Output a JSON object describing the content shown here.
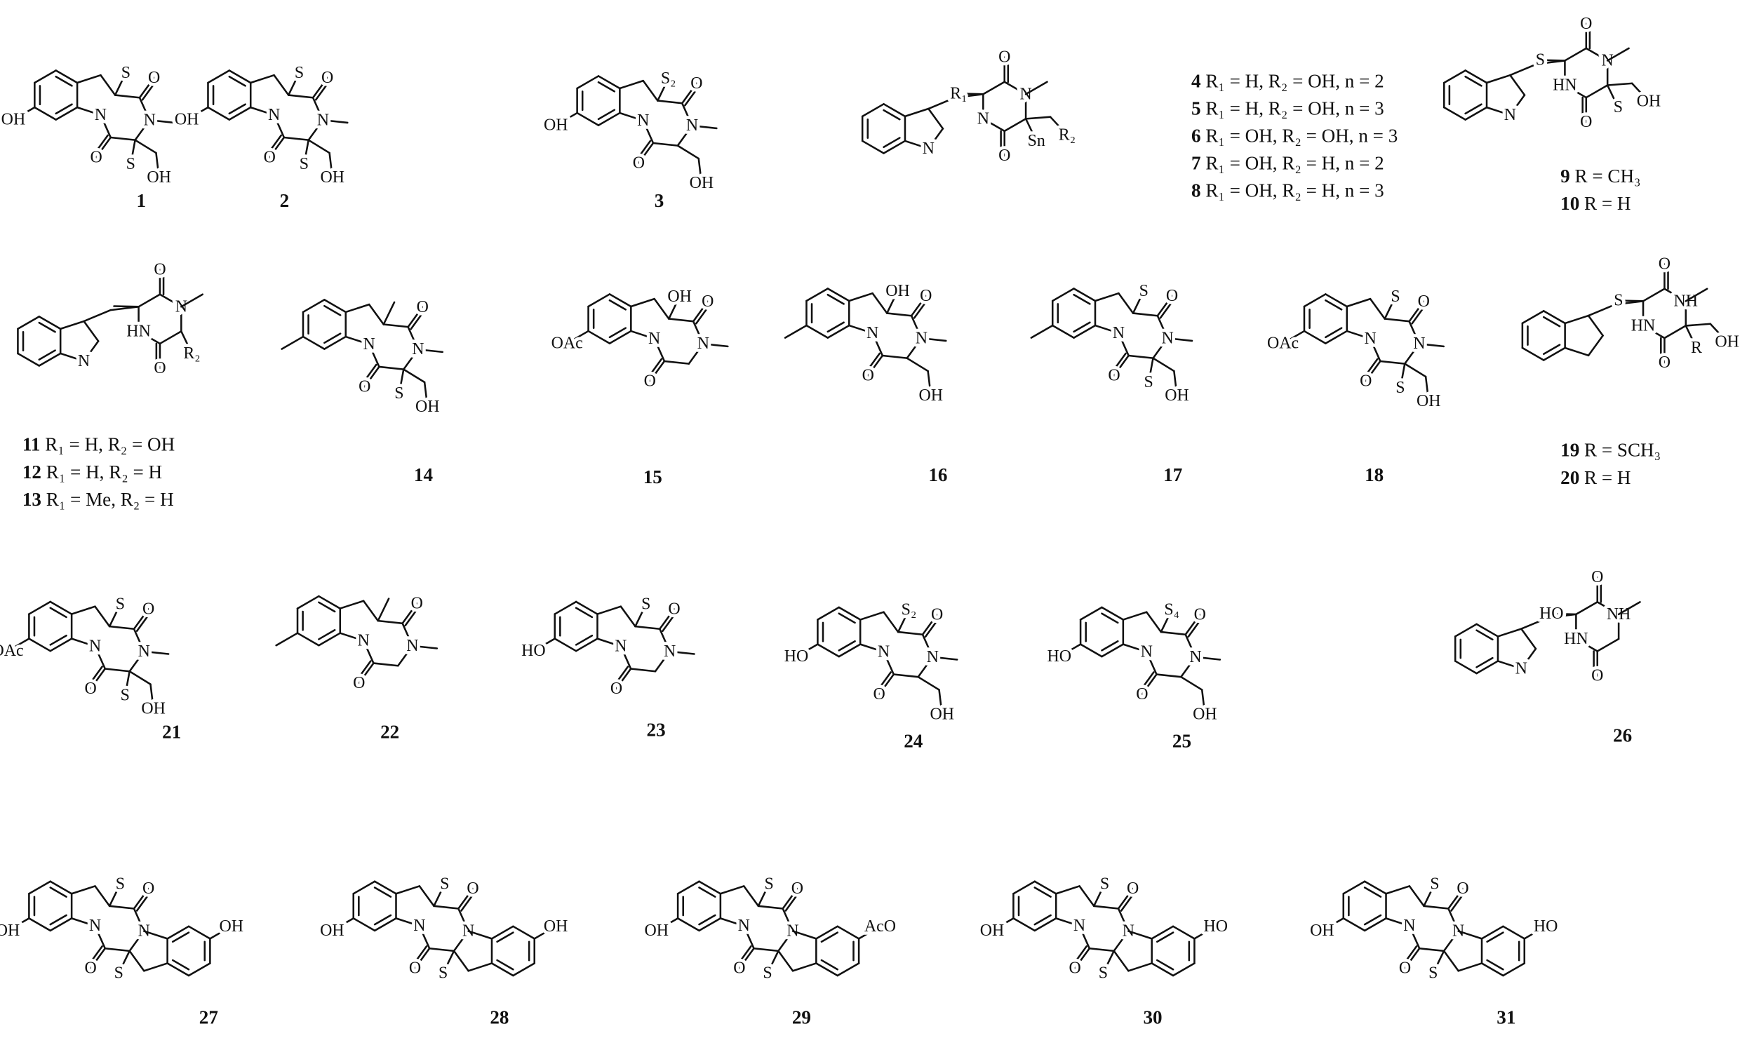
{
  "figure": {
    "groups": [
      {
        "key": "1",
        "labels": [
          {
            "id": "1",
            "def": ""
          }
        ],
        "atoms": [
          "S",
          "O",
          "N",
          "S",
          "OH",
          "O",
          "OH",
          "N"
        ]
      },
      {
        "key": "2",
        "labels": [
          {
            "id": "2",
            "def": ""
          }
        ],
        "atoms": [
          "S",
          "O",
          "N",
          "S",
          "OH",
          "O",
          "OH",
          "N"
        ]
      },
      {
        "key": "3",
        "labels": [
          {
            "id": "3",
            "def": ""
          }
        ],
        "atoms": [
          "S₂",
          "O",
          "N",
          "",
          "OH",
          "O",
          "OH",
          "N"
        ]
      },
      {
        "key": "4-8",
        "labels": [
          {
            "id": "4",
            "def": " R₁ = H, R₂ = OH, n = 2"
          },
          {
            "id": "5",
            "def": " R₁ = H, R₂ = OH, n = 3"
          },
          {
            "id": "6",
            "def": " R₁ = OH, R₂ = OH, n = 3"
          },
          {
            "id": "7",
            "def": " R₁ = OH, R₂ = H, n = 2"
          },
          {
            "id": "8",
            "def": " R₁ = OH, R₂ = H, n = 3"
          }
        ],
        "atoms": [
          "R₁",
          "O",
          "N",
          "Sn",
          "R₂",
          "O",
          "N",
          "N"
        ]
      },
      {
        "key": "9-10",
        "labels": [
          {
            "id": "9",
            "def": " R = CH₃"
          },
          {
            "id": "10",
            "def": " R = H"
          }
        ],
        "atoms": [
          "S",
          "O",
          "N",
          "S",
          "OH",
          "O",
          "HN",
          "N"
        ]
      },
      {
        "key": "11-13",
        "labels": [
          {
            "id": "11",
            "def": " R₁ = H, R₂ = OH"
          },
          {
            "id": "12",
            "def": " R₁ = H, R₂ = H"
          },
          {
            "id": "13",
            "def": " R₁ = Me, R₂ = H"
          }
        ],
        "atoms": [
          "",
          "O",
          "N",
          "R₂",
          "",
          "O",
          "HN",
          "N"
        ]
      },
      {
        "key": "14",
        "labels": [
          {
            "id": "14",
            "def": ""
          }
        ],
        "atoms": [
          "",
          "O",
          "N",
          "S",
          "OH",
          "O",
          "",
          "N"
        ]
      },
      {
        "key": "15",
        "labels": [
          {
            "id": "15",
            "def": ""
          }
        ],
        "atoms": [
          "OH",
          "O",
          "N",
          "",
          "",
          "O",
          "OAc",
          "N"
        ]
      },
      {
        "key": "16",
        "labels": [
          {
            "id": "16",
            "def": ""
          }
        ],
        "atoms": [
          "OH",
          "O",
          "N",
          "",
          "OH",
          "O",
          "",
          "N"
        ]
      },
      {
        "key": "17",
        "labels": [
          {
            "id": "17",
            "def": ""
          }
        ],
        "atoms": [
          "S",
          "O",
          "N",
          "S",
          "OH",
          "O",
          "",
          "N"
        ]
      },
      {
        "key": "18",
        "labels": [
          {
            "id": "18",
            "def": ""
          }
        ],
        "atoms": [
          "S",
          "O",
          "N",
          "S",
          "OH",
          "O",
          "OAc",
          "N"
        ]
      },
      {
        "key": "19-20",
        "labels": [
          {
            "id": "19",
            "def": " R = SCH₃"
          },
          {
            "id": "20",
            "def": " R = H"
          }
        ],
        "atoms": [
          "S",
          "O",
          "NH",
          "R",
          "OH",
          "O",
          "HN",
          ""
        ]
      },
      {
        "key": "21",
        "labels": [
          {
            "id": "21",
            "def": ""
          }
        ],
        "atoms": [
          "S",
          "O",
          "N",
          "S",
          "OH",
          "O",
          "OAc",
          "N"
        ]
      },
      {
        "key": "22",
        "labels": [
          {
            "id": "22",
            "def": ""
          }
        ],
        "atoms": [
          "",
          "O",
          "N",
          "",
          "",
          "O",
          "",
          "N"
        ]
      },
      {
        "key": "23",
        "labels": [
          {
            "id": "23",
            "def": ""
          }
        ],
        "atoms": [
          "S",
          "O",
          "N",
          "",
          "",
          "O",
          "HO",
          "N"
        ]
      },
      {
        "key": "24",
        "labels": [
          {
            "id": "24",
            "def": ""
          }
        ],
        "atoms": [
          "S₂",
          "O",
          "N",
          "",
          "OH",
          "O",
          "HO",
          "N"
        ]
      },
      {
        "key": "25",
        "labels": [
          {
            "id": "25",
            "def": ""
          }
        ],
        "atoms": [
          "S₄",
          "O",
          "N",
          "",
          "OH",
          "O",
          "HO",
          "N"
        ]
      },
      {
        "key": "26",
        "labels": [
          {
            "id": "26",
            "def": ""
          }
        ],
        "atoms": [
          "HO",
          "O",
          "NH",
          "",
          "",
          "O",
          "HN",
          "N"
        ]
      },
      {
        "key": "27",
        "labels": [
          {
            "id": "27",
            "def": ""
          }
        ],
        "atoms": [
          "S",
          "O",
          "N",
          "",
          "",
          "O",
          "OH",
          "N"
        ],
        "atoms2": [
          "S",
          "OH"
        ]
      },
      {
        "key": "28",
        "labels": [
          {
            "id": "28",
            "def": ""
          }
        ],
        "atoms": [
          "S",
          "O",
          "N",
          "",
          "",
          "O",
          "OH",
          "N"
        ],
        "atoms2": [
          "S",
          "OH"
        ]
      },
      {
        "key": "29",
        "labels": [
          {
            "id": "29",
            "def": ""
          }
        ],
        "atoms": [
          "S",
          "O",
          "N",
          "",
          "",
          "O",
          "OH",
          "N"
        ],
        "atoms2": [
          "S",
          "AcO"
        ]
      },
      {
        "key": "30",
        "labels": [
          {
            "id": "30",
            "def": ""
          }
        ],
        "atoms": [
          "S",
          "O",
          "N",
          "",
          "",
          "O",
          "OH",
          "N"
        ],
        "atoms2": [
          "S",
          "HO"
        ]
      },
      {
        "key": "31",
        "labels": [
          {
            "id": "31",
            "def": ""
          }
        ],
        "atoms": [
          "S",
          "O",
          "N",
          "",
          "",
          "O",
          "OH",
          "N"
        ],
        "atoms2": [
          "S",
          "HO"
        ]
      }
    ]
  }
}
